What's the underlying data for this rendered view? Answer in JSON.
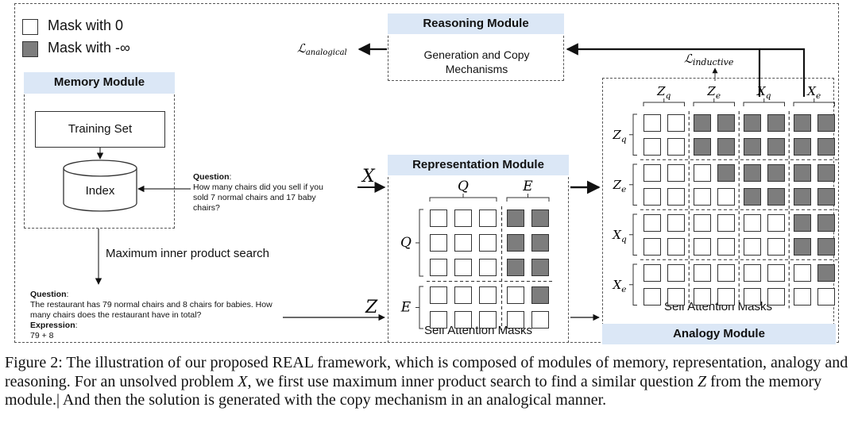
{
  "legend": {
    "mask_zero": "Mask with 0",
    "mask_neg_inf": "Mask with -∞"
  },
  "memory_module": {
    "title": "Memory Module",
    "training_set": "Training Set",
    "index": "Index"
  },
  "retrieval": {
    "label": "Maximum inner product search"
  },
  "input_question": {
    "label": "Question",
    "text": "How many chairs did you sell if you sold 7 normal chairs and 17 baby chairs?"
  },
  "retrieved": {
    "question_label": "Question",
    "question_text": "The restaurant has 79 normal chairs and 8 chairs for babies. How many chairs does the restaurant have in total?",
    "expression_label": "Expression",
    "expression_text": "79 + 8"
  },
  "symbols": {
    "X": "X",
    "Z": "Z",
    "loss_analogical": "ℒ",
    "loss_analogical_sub": "analogical",
    "loss_inductive": "ℒ",
    "loss_inductive_sub": "inductive"
  },
  "reasoning_module": {
    "title": "Reasoning Module",
    "body": "Generation and Copy Mechanisms"
  },
  "representation_module": {
    "title": "Representation Module",
    "footer": "Self Attention Masks",
    "col_groups": [
      {
        "main": "Q",
        "sub": ""
      },
      {
        "main": "E",
        "sub": ""
      }
    ],
    "row_groups": [
      {
        "main": "Q",
        "sub": ""
      },
      {
        "main": "E",
        "sub": ""
      }
    ],
    "mask": [
      [
        0,
        0,
        0,
        1,
        1
      ],
      [
        0,
        0,
        0,
        1,
        1
      ],
      [
        0,
        0,
        0,
        1,
        1
      ],
      [
        0,
        0,
        0,
        0,
        1
      ],
      [
        0,
        0,
        0,
        0,
        0
      ]
    ]
  },
  "analogy_module": {
    "title": "Analogy Module",
    "footer": "Self Attention Masks",
    "col_groups": [
      {
        "main": "Z",
        "sub": "q"
      },
      {
        "main": "Z",
        "sub": "e"
      },
      {
        "main": "X",
        "sub": "q"
      },
      {
        "main": "X",
        "sub": "e"
      }
    ],
    "row_groups": [
      {
        "main": "Z",
        "sub": "q"
      },
      {
        "main": "Z",
        "sub": "e"
      },
      {
        "main": "X",
        "sub": "q"
      },
      {
        "main": "X",
        "sub": "e"
      }
    ],
    "mask": [
      [
        0,
        0,
        1,
        1,
        1,
        1,
        1,
        1
      ],
      [
        0,
        0,
        1,
        1,
        1,
        1,
        1,
        1
      ],
      [
        0,
        0,
        0,
        1,
        1,
        1,
        1,
        1
      ],
      [
        0,
        0,
        0,
        0,
        1,
        1,
        1,
        1
      ],
      [
        0,
        0,
        0,
        0,
        0,
        0,
        1,
        1
      ],
      [
        0,
        0,
        0,
        0,
        0,
        0,
        1,
        1
      ],
      [
        0,
        0,
        0,
        0,
        0,
        0,
        0,
        1
      ],
      [
        0,
        0,
        0,
        0,
        0,
        0,
        0,
        0
      ]
    ]
  },
  "caption": {
    "pre": "Figure 2: The illustration of our proposed REAL framework, which is composed of modules of memory, representation, analogy and reasoning. For an unsolved problem ",
    "var_x": "X",
    "mid": ", we first use maximum inner product search to find a similar question ",
    "var_z": "Z",
    "post": " from the memory module.| And then the solution is generated with the copy mechanism in an analogical manner."
  }
}
